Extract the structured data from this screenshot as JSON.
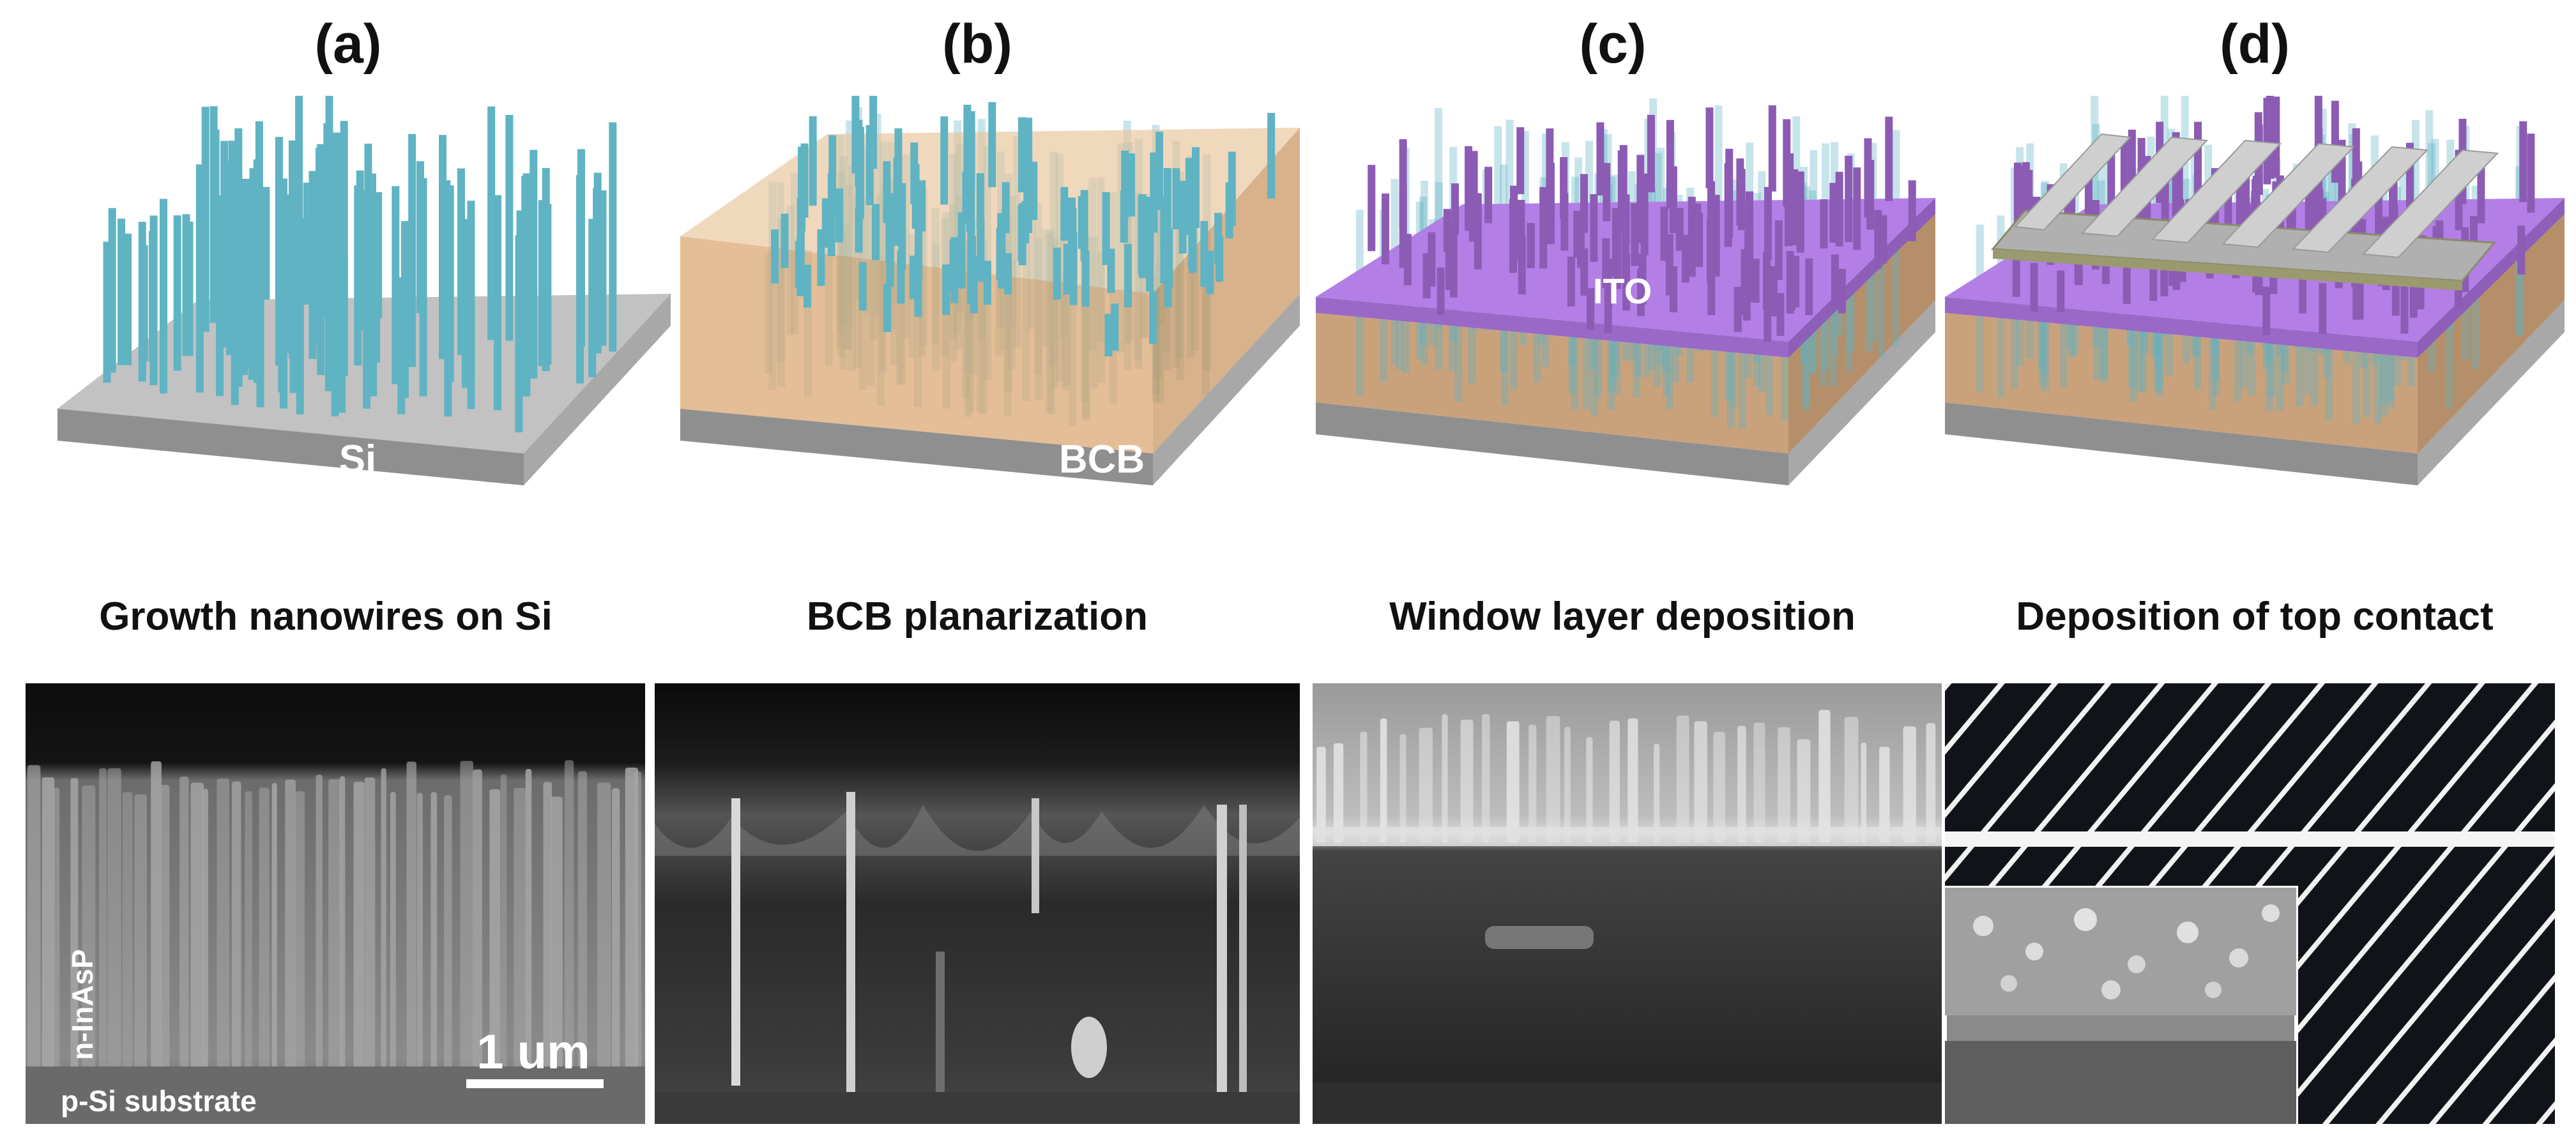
{
  "panels": [
    {
      "tag": "(a)",
      "caption": "Growth nanowires on Si",
      "layer_label": "Si"
    },
    {
      "tag": "(b)",
      "caption": "BCB planarization",
      "layer_label": "BCB"
    },
    {
      "tag": "(c)",
      "caption": "Window layer deposition",
      "layer_label": "ITO"
    },
    {
      "tag": "(d)",
      "caption": "Deposition of top contact",
      "layer_label": ""
    }
  ],
  "sem_labels": {
    "nanowire": "n-InAsP",
    "substrate": "p-Si substrate",
    "scale_bar": "1 um"
  },
  "colors": {
    "nanowire": "#5fb3c2",
    "nanowire_top": "#8fd3de",
    "nanowire_ito": "#8c5bb4",
    "substrate": "#b9b9b9",
    "bcb": "#e2b98a",
    "ito": "#b07ee0",
    "contact": "#c8c8c8"
  }
}
